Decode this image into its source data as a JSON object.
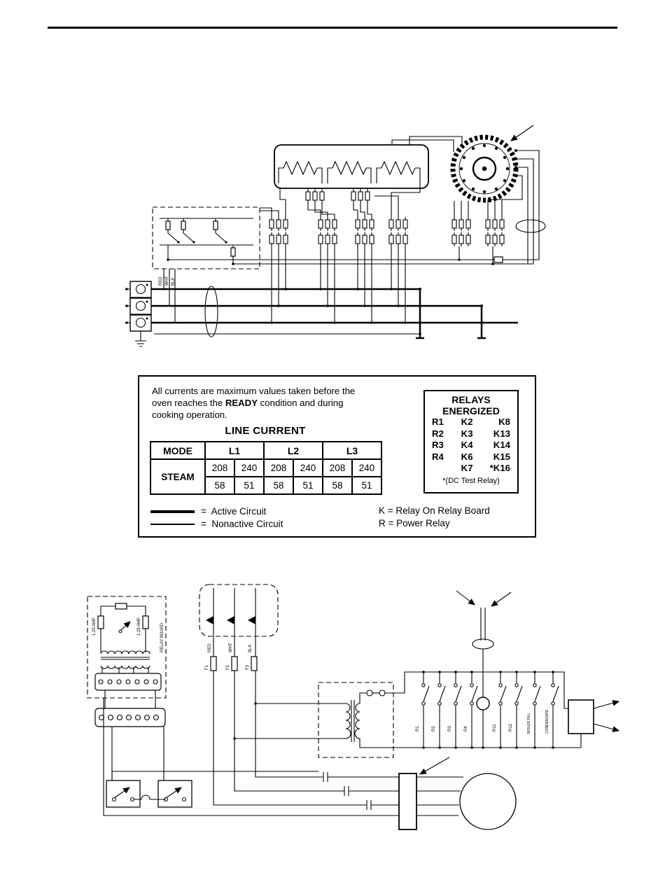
{
  "colors": {
    "ink": "#000000",
    "paper": "#ffffff"
  },
  "panel": {
    "note": {
      "line1": "All currents are maximum values taken before the",
      "line2_pre": "oven reaches the ",
      "line2_bold": "READY",
      "line2_post": " condition and during",
      "line3": "cooking operation."
    },
    "line_current_title": "LINE CURRENT",
    "table": {
      "mode_header": "MODE",
      "l1": "L1",
      "l2": "L2",
      "l3": "L3",
      "mode_value": "STEAM",
      "voltages": [
        "208",
        "240",
        "208",
        "240",
        "208",
        "240"
      ],
      "currents": [
        "58",
        "51",
        "58",
        "51",
        "58",
        "51"
      ]
    },
    "relays": {
      "title1": "RELAYS",
      "title2": "ENERGIZED",
      "rows": [
        {
          "r": "R1",
          "k1": "K2",
          "k2": "K8"
        },
        {
          "r": "R2",
          "k1": "K3",
          "k2": "K13"
        },
        {
          "r": "R3",
          "k1": "K4",
          "k2": "K14"
        },
        {
          "r": "R4",
          "k1": "K6",
          "k2": "K15"
        },
        {
          "r": "",
          "k1": "K7",
          "k2": "*K16"
        }
      ],
      "footnote": "*(DC Test Relay)"
    },
    "legend": {
      "active": "=  Active Circuit",
      "nonactive": "=  Nonactive Circuit",
      "k_note": "K = Relay On Relay Board",
      "r_note": "R = Power Relay"
    }
  },
  "top_diagram": {
    "wire_labels": [
      "RED",
      "WHT",
      "BLK"
    ]
  },
  "bottom_diagram": {
    "amp_label_left": "1.25 AMP",
    "amp_label_right": "1.25 AMP",
    "relay_board": "RELAY BOARD",
    "fuses": [
      "F1",
      "F2",
      "F3"
    ],
    "wire_labels": [
      "RED",
      "WHT",
      "BLK"
    ],
    "contacts": [
      "R1",
      "R2",
      "R3",
      "R4",
      "R11",
      "R12",
      "BOILER FILL",
      "CONDENSATE"
    ]
  }
}
